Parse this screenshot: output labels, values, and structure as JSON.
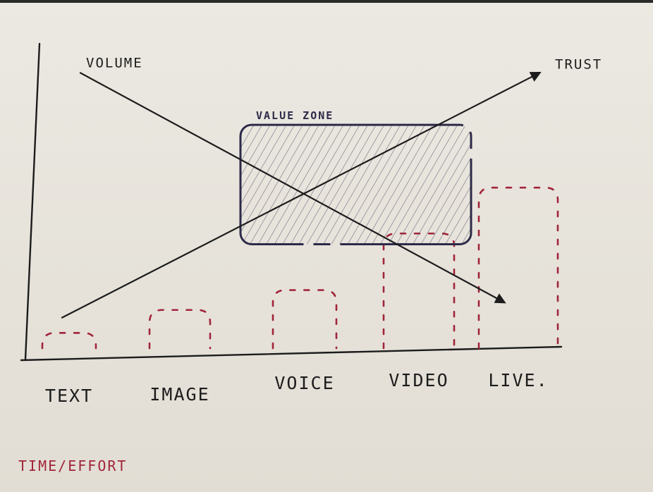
{
  "chart_data": {
    "type": "bar",
    "categories": [
      "TEXT",
      "IMAGE",
      "VOICE",
      "VIDEO",
      "LIVE."
    ],
    "series": [
      {
        "name": "TIME/EFFORT",
        "values": [
          1,
          2.5,
          3.8,
          7.5,
          10.5
        ],
        "color": "#a1253a",
        "style": "dashed-outline"
      }
    ],
    "trend_lines": [
      {
        "name": "VOLUME",
        "direction": "decreasing",
        "start": {
          "category": "TEXT",
          "value": 18
        },
        "end": {
          "category": "LIVE.",
          "value": 3
        },
        "color": "#1c1c1c"
      },
      {
        "name": "TRUST",
        "direction": "increasing",
        "start": {
          "category": "TEXT",
          "value": 2
        },
        "end": {
          "category": "LIVE.",
          "value": 18
        },
        "color": "#1c1c1c"
      }
    ],
    "annotation": {
      "label": "VALUE ZONE",
      "from_category": "VOICE",
      "to_category": "VIDEO",
      "color": "#2e2a48",
      "fill": "hatched"
    },
    "xlabel": "TIME/EFFORT",
    "ylabel": "",
    "ylim": [
      0,
      20
    ],
    "grid": false,
    "legend": "none"
  }
}
